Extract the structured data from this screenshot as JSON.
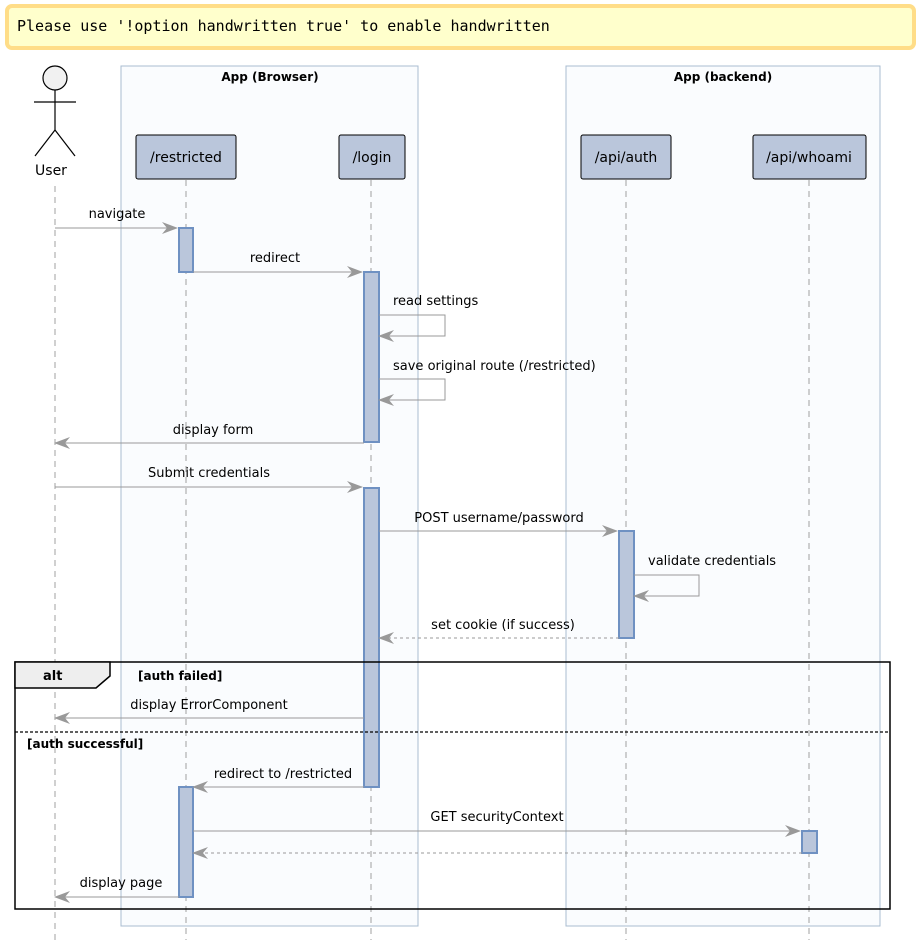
{
  "banner": {
    "text": "Please use '!option handwritten true' to enable handwritten"
  },
  "boxes": {
    "browser": {
      "title": "App (Browser)"
    },
    "backend": {
      "title": "App (backend)"
    }
  },
  "actor": {
    "name": "User"
  },
  "participants": {
    "restricted": "/restricted",
    "login": "/login",
    "auth": "/api/auth",
    "whoami": "/api/whoami"
  },
  "messages": {
    "m1": "navigate",
    "m2": "redirect",
    "m3": "read settings",
    "m4": "save original route (/restricted)",
    "m5": "display form",
    "m6": "Submit credentials",
    "m7": "POST username/password",
    "m8": "validate credentials",
    "m9": "set cookie (if success)",
    "m10": "display ErrorComponent",
    "m11": "redirect to /restricted",
    "m12": "GET securityContext",
    "m13": "display page"
  },
  "alt": {
    "keyword": "alt",
    "guard1": "[auth failed]",
    "guard2": "[auth successful]"
  },
  "colors": {
    "banner_fill": "#FFFFCC",
    "banner_border": "#FFDD88",
    "box_fill": "#FAFCFE",
    "box_border": "#A9BCD0",
    "participant_fill": "#BAC6DB",
    "activation_border": "#6F91C2",
    "arrow": "#999999"
  }
}
